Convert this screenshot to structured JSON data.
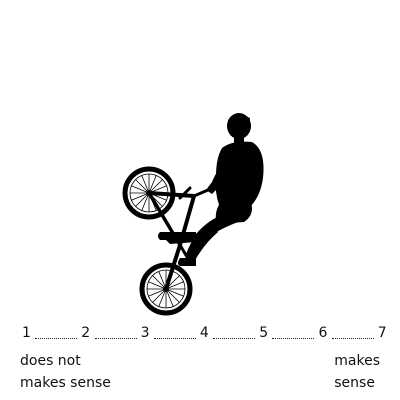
{
  "scale": {
    "numbers": [
      "1",
      "2",
      "3",
      "4",
      "5",
      "6",
      "7"
    ]
  },
  "anchors": {
    "left_line1": "does not",
    "left_line2": "makes sense",
    "right_line1": "makes",
    "right_line2": "sense"
  },
  "icons": {
    "illustration": "bmx-rider-wheelie-silhouette-icon"
  }
}
